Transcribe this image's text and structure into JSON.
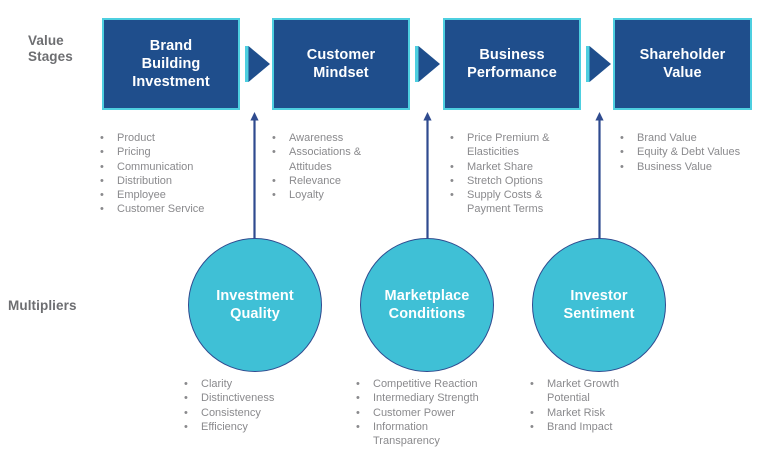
{
  "rows": {
    "value_stages_label": "Value\nStages",
    "multipliers_label": "Multipliers"
  },
  "colors": {
    "box_fill": "#1f4e8c",
    "box_border": "#4ecfe0",
    "circle_fill": "#3fc0d6",
    "circle_border": "#2f4b8f",
    "arrow": "#1f4e8c",
    "text_gray": "#8a8a8d",
    "label_gray": "#6d6e71",
    "background": "#ffffff"
  },
  "stages": [
    {
      "title": "Brand\nBuilding\nInvestment",
      "items": [
        "Product",
        "Pricing",
        "Communication",
        "Distribution",
        "Employee",
        "Customer Service"
      ]
    },
    {
      "title": "Customer\nMindset",
      "items": [
        "Awareness",
        "Associations &\nAttitudes",
        "Relevance",
        "Loyalty"
      ]
    },
    {
      "title": "Business\nPerformance",
      "items": [
        "Price Premium &\nElasticities",
        "Market Share",
        "Stretch Options",
        "Supply Costs &\nPayment Terms"
      ]
    },
    {
      "title": "Shareholder\nValue",
      "items": [
        "Brand Value",
        "Equity & Debt Values",
        "Business Value"
      ]
    }
  ],
  "multipliers": [
    {
      "title": "Investment\nQuality",
      "items": [
        "Clarity",
        "Distinctiveness",
        "Consistency",
        "Efficiency"
      ]
    },
    {
      "title": "Marketplace\nConditions",
      "items": [
        "Competitive Reaction",
        "Intermediary Strength",
        "Customer Power",
        "Information\nTransparency"
      ]
    },
    {
      "title": "Investor\nSentiment",
      "items": [
        "Market Growth\nPotential",
        "Market Risk",
        "Brand Impact"
      ]
    }
  ],
  "bullet_mark": "•",
  "icons": {
    "chevron": "chevron-right-icon",
    "up_arrow": "arrow-up-icon"
  }
}
